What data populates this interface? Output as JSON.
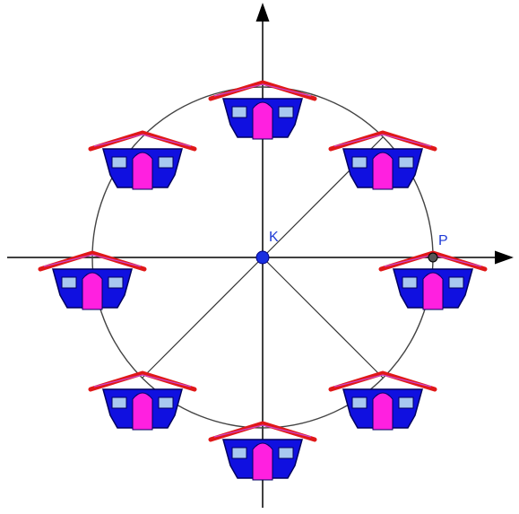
{
  "labels": {
    "center": "K",
    "point": "P"
  },
  "colors": {
    "axis": "#000000",
    "circle": "#444444",
    "spoke": "#333333",
    "center_point": "#1a2fe0",
    "point_p": "#555555",
    "label": "#1f3bd6",
    "house_wall": "#1010e0",
    "house_outline": "#000060",
    "house_roof": "#e01818",
    "house_roof_ridge": "#cc44cc",
    "house_door": "#ff20e0",
    "house_window": "#a8c8f0"
  },
  "houses_count": 8
}
